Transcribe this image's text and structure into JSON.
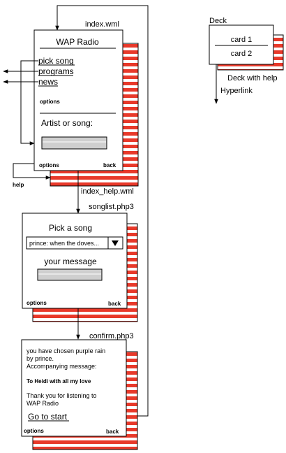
{
  "legend": {
    "deck_label": "Deck",
    "card1": "card 1",
    "card2": "card 2",
    "deck_help_label": "Deck with help",
    "hyperlink_label": "Hyperlink"
  },
  "index": {
    "filename": "index.wml",
    "help_filename": "index_help.wml",
    "title": "WAP Radio",
    "links": [
      "pick song",
      "programs",
      "news"
    ],
    "options_label": "options",
    "input_label": "Artist or song:",
    "softkey_left": "options",
    "softkey_right": "back",
    "help_label": "help"
  },
  "songlist": {
    "filename": "songlist.php3",
    "title": "Pick a song",
    "select_value": "prince: when the doves...",
    "message_label": "your message",
    "softkey_left": "options",
    "softkey_right": "back"
  },
  "confirm": {
    "filename": "confirm.php3",
    "line1": "you have chosen purple rain",
    "line2": "by prince.",
    "line3": "Accompanying message:",
    "message": "To Heidi with all my love",
    "thanks1": "Thank you for listening to",
    "thanks2": "WAP Radio",
    "link": "Go to start",
    "softkey_left": "options",
    "softkey_right": "back"
  }
}
